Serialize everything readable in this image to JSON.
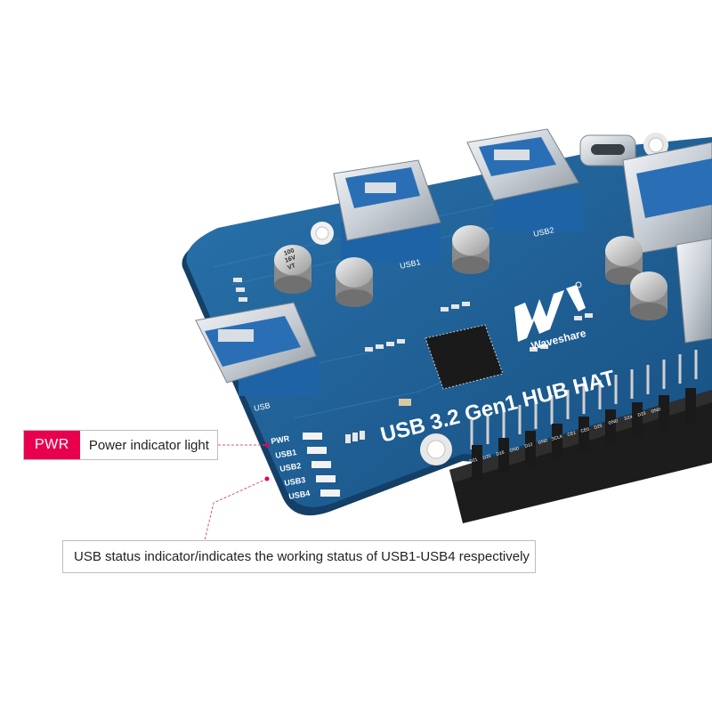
{
  "board": {
    "title_text": "USB 3.2 Gen1 HUB HAT",
    "brand_name": "Waveshare",
    "port_labels": [
      "USB1",
      "USB2",
      "USB"
    ],
    "capacitor_marking": [
      "100",
      "16V",
      "VT"
    ],
    "led_labels": [
      "PWR",
      "USB1",
      "USB2",
      "USB3",
      "USB4"
    ],
    "gpio_labels": [
      "D21",
      "D20",
      "D16",
      "GND",
      "D12",
      "GND",
      "SCLK",
      "CE1",
      "CE0",
      "D25",
      "GND",
      "D24",
      "D23",
      "GND"
    ]
  },
  "callouts": {
    "pwr": {
      "tag": "PWR",
      "description": "Power indicator light"
    },
    "usb": {
      "description": "USB status indicator/indicates the working status of USB1-USB4 respectively"
    }
  },
  "colors": {
    "accent": "#e8004f",
    "pcb_blue": "#1d5f94",
    "pcb_edge": "#143f66",
    "leader": "#d9557a"
  }
}
